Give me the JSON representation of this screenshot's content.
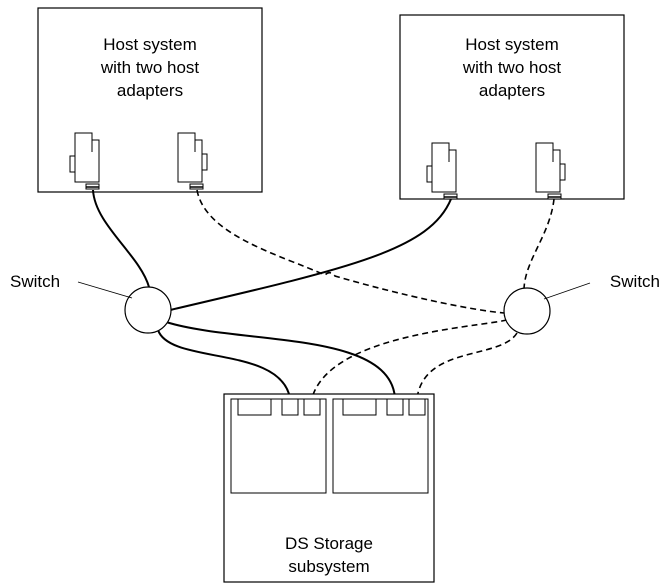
{
  "host_left": {
    "line1": "Host system",
    "line2": "with two host",
    "line3": "adapters"
  },
  "host_right": {
    "line1": "Host system",
    "line2": "with two host",
    "line3": "adapters"
  },
  "switch_left": {
    "label": "Switch"
  },
  "switch_right": {
    "label": "Switch"
  },
  "storage": {
    "line1": "DS Storage",
    "line2": "subsystem"
  }
}
